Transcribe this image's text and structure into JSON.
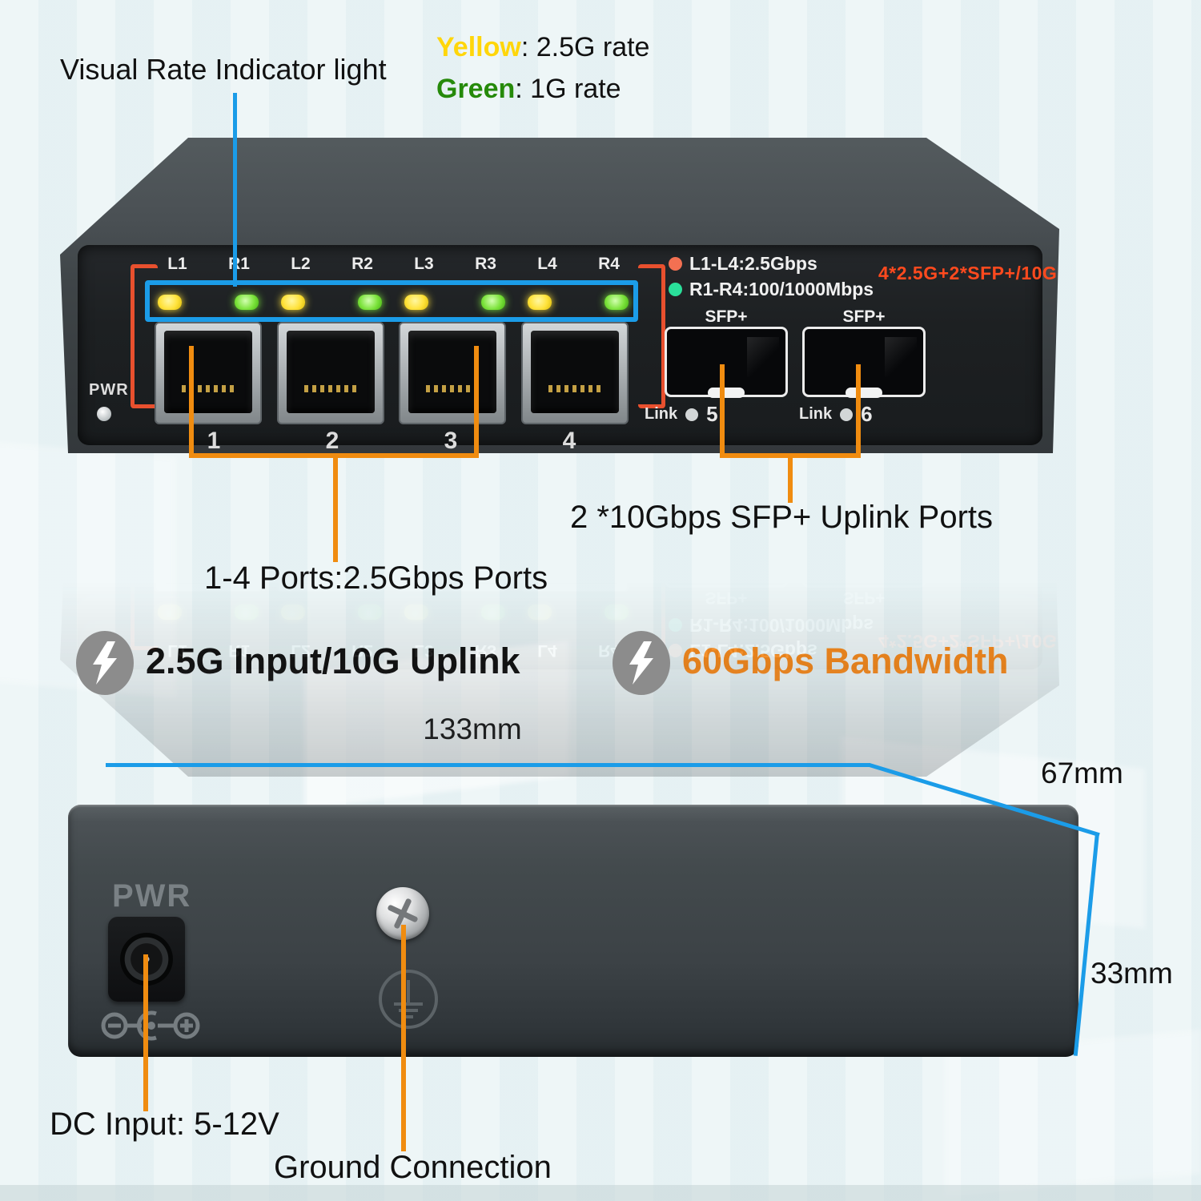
{
  "header": {
    "indicator_label": "Visual Rate Indicator light",
    "legend_yellow_term": "Yellow",
    "legend_yellow_desc": ": 2.5G rate",
    "legend_green_term": "Green",
    "legend_green_desc": ": 1G rate"
  },
  "front": {
    "pwr_label": "PWR",
    "port_labels": [
      "L1",
      "R1",
      "L2",
      "R2",
      "L3",
      "R3",
      "L4",
      "R4"
    ],
    "led_colors": [
      "yellow",
      "green",
      "yellow",
      "green",
      "yellow",
      "green",
      "yellow",
      "green"
    ],
    "port_numbers": [
      "1",
      "2",
      "3",
      "4"
    ],
    "legend": [
      {
        "text": "L1-L4:2.5Gbps",
        "dot_color": "#f37052"
      },
      {
        "text": "R1-R4:100/1000Mbps",
        "dot_color": "#2adf9a"
      }
    ],
    "model_text": "4*2.5G+2*SFP+/10G",
    "sfp": [
      {
        "label": "SFP+",
        "link_label": "Link",
        "number": "5"
      },
      {
        "label": "SFP+",
        "link_label": "Link",
        "number": "6"
      }
    ]
  },
  "callouts": {
    "ports_label": "1-4 Ports:2.5Gbps Ports",
    "sfp_label": "2 *10Gbps SFP+ Uplink Ports",
    "feature_1": "2.5G Input/10G Uplink",
    "feature_2": "60Gbps Bandwidth",
    "dc_label": "DC Input: 5-12V",
    "ground_label": "Ground Connection"
  },
  "dimensions": {
    "width": "133mm",
    "depth": "67mm",
    "height": "33mm"
  },
  "rear": {
    "pwr_label": "PWR"
  },
  "colors": {
    "annotation_blue": "#1b9ce8",
    "annotation_orange": "#f08c10",
    "accent_red": "#ff4a1e",
    "bracket_red": "#e8502e",
    "led_yellow": "#ffe23a",
    "led_green": "#7ce33c",
    "feature_orange": "#f5891d",
    "term_yellow": "#ffd60a",
    "term_green": "#268a0a"
  }
}
